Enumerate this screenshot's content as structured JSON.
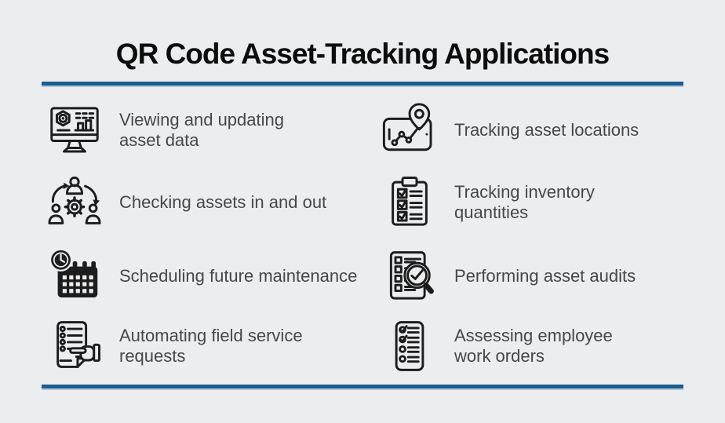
{
  "poster": {
    "title": "QR Code Asset-Tracking Applications",
    "accent_color": "#1b5e8e",
    "background_color": "#ecedef",
    "text_color": "#474747"
  },
  "items": [
    {
      "label": "Viewing and updating\nasset data",
      "icon": "monitor-asset-data-icon"
    },
    {
      "label": "Tracking asset locations",
      "icon": "tablet-location-pin-icon"
    },
    {
      "label": "Checking assets in and out",
      "icon": "people-gear-icon"
    },
    {
      "label": "Tracking inventory\nquantities",
      "icon": "clipboard-checklist-icon"
    },
    {
      "label": "Scheduling future maintenance",
      "icon": "calendar-clock-icon"
    },
    {
      "label": "Performing asset audits",
      "icon": "checklist-magnifier-icon"
    },
    {
      "label": "Automating field service\nrequests",
      "icon": "document-hand-icon"
    },
    {
      "label": "Assessing employee\nwork orders",
      "icon": "work-order-checklist-icon"
    }
  ]
}
